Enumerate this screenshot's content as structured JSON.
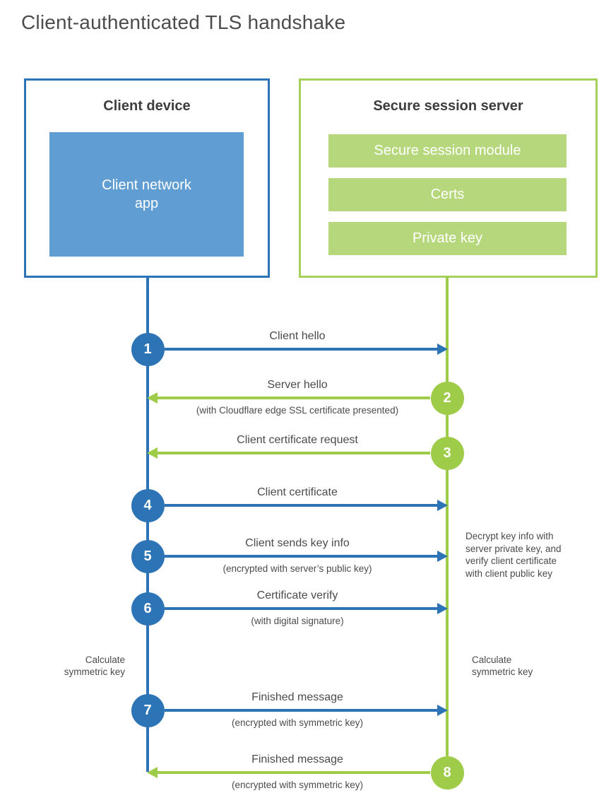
{
  "title": "Client-authenticated TLS handshake",
  "client_box": {
    "title": "Client device",
    "app_label": "Client network\napp"
  },
  "server_box": {
    "title": "Secure session server",
    "modules": [
      "Secure session module",
      "Certs",
      "Private key"
    ]
  },
  "steps": [
    {
      "num": "1",
      "label": "Client hello",
      "sub": "",
      "direction": "right",
      "from": "client"
    },
    {
      "num": "2",
      "label": "Server hello",
      "sub": "(with Cloudflare edge SSL certificate presented)",
      "direction": "left",
      "from": "server"
    },
    {
      "num": "3",
      "label": "Client certificate request",
      "sub": "",
      "direction": "left",
      "from": "server"
    },
    {
      "num": "4",
      "label": "Client certificate",
      "sub": "",
      "direction": "right",
      "from": "client"
    },
    {
      "num": "5",
      "label": "Client sends key info",
      "sub": "(encrypted with server’s public key)",
      "direction": "right",
      "from": "client"
    },
    {
      "num": "6",
      "label": "Certificate verify",
      "sub": "(with digital signature)",
      "direction": "right",
      "from": "client"
    },
    {
      "num": "7",
      "label": "Finished message",
      "sub": "(encrypted with symmetric key)",
      "direction": "right",
      "from": "client"
    },
    {
      "num": "8",
      "label": "Finished message",
      "sub": "(encrypted with symmetric key)",
      "direction": "left",
      "from": "server"
    }
  ],
  "annotations": {
    "decrypt_note": "Decrypt key info with\nserver private key, and\nverify client certificate\nwith client public key",
    "calculate_left": "Calculate\nsymmetric key",
    "calculate_right": "Calculate\nsymmetric key"
  },
  "colors": {
    "blue": "#2d74b6",
    "blue_light": "#609dd2",
    "green_line": "#9ecc49",
    "green_border": "#a5d05c",
    "green_bar": "#b6d77c"
  }
}
